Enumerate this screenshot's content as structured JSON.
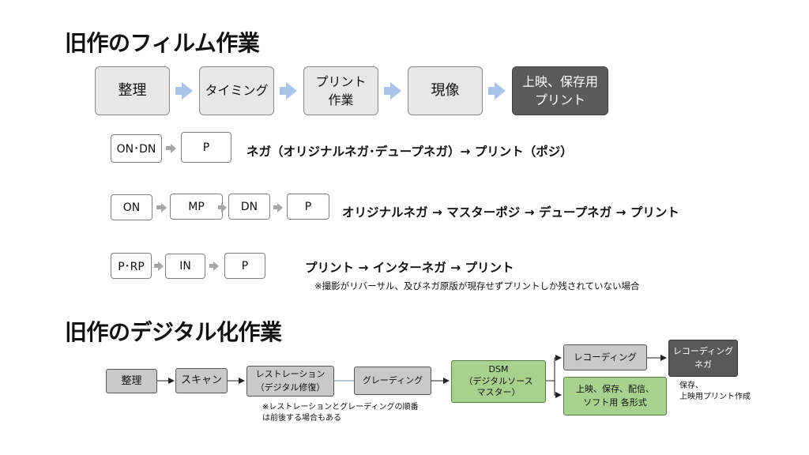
{
  "film_section": {
    "title": "旧作のフィルム作業",
    "steps": [
      "整理",
      "タイミング",
      "プリント\n作業",
      "現像",
      "上映、保存用\nプリント"
    ],
    "flows": [
      {
        "boxes": [
          "ON･DN",
          "P"
        ],
        "description": "ネガ（オリジナルネガ･デュープネガ）→ プリント（ポジ）"
      },
      {
        "boxes": [
          "ON",
          "MP",
          "DN",
          "P"
        ],
        "description": "オリジナルネガ → マスターポジ → デュープネガ → プリント"
      },
      {
        "boxes": [
          "P･RP",
          "IN",
          "P"
        ],
        "description": "プリント → インターネガ → プリント"
      }
    ],
    "note": "※撮影がリバーサル、及びネガ原版が現存せずプリントしか残されていない場合"
  },
  "digital_section": {
    "title": "旧作のデジタル化作業",
    "boxes": {
      "organize": "整理",
      "scan": "スキャン",
      "restoration": "レストレーション\n（デジタル修復）",
      "grading": "グレーディング",
      "dsm": "DSM\n（デジタルソース\nマスター）",
      "recording": "レコーディング",
      "recording_negative": "レコーディング\nネガ",
      "formats": "上映、保存、配信、\nソフト用  各形式"
    },
    "side_note": "保存、\n上映用プリント作成",
    "order_note": "※レストレーションとグレーディングの順番\nは前後する場合もある"
  }
}
